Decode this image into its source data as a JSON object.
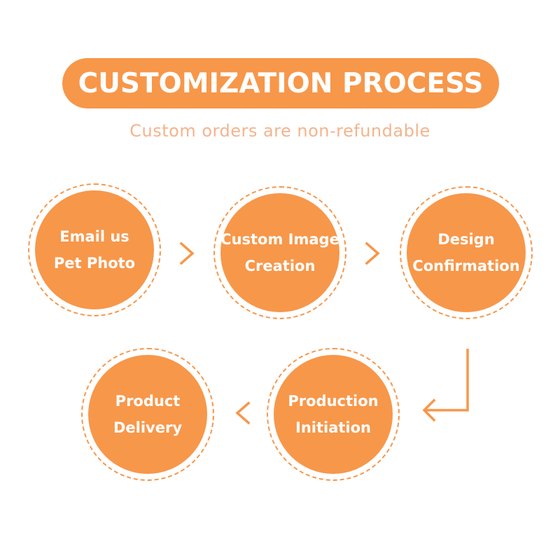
{
  "colors": {
    "accent": "#F7974A",
    "subtitle": "#F4B48E",
    "background": "#FFFFFF",
    "step_text": "#FFFFFF"
  },
  "header": {
    "title": "CUSTOMIZATION PROCESS",
    "subtitle": "Custom orders are non-refundable"
  },
  "steps": [
    {
      "line1": "Email us",
      "line2": "Pet Photo"
    },
    {
      "line1": "Custom Image",
      "line2": "Creation"
    },
    {
      "line1": "Design",
      "line2": "Confirmation"
    },
    {
      "line1": "Production",
      "line2": "Initiation"
    },
    {
      "line1": "Product",
      "line2": "Delivery"
    }
  ],
  "connectors": [
    {
      "name": "chevron-right-icon",
      "from": 0,
      "to": 1
    },
    {
      "name": "chevron-right-icon",
      "from": 1,
      "to": 2
    },
    {
      "name": "corner-down-left-arrow-icon",
      "from": 2,
      "to": 3
    },
    {
      "name": "chevron-left-icon",
      "from": 3,
      "to": 4
    }
  ]
}
